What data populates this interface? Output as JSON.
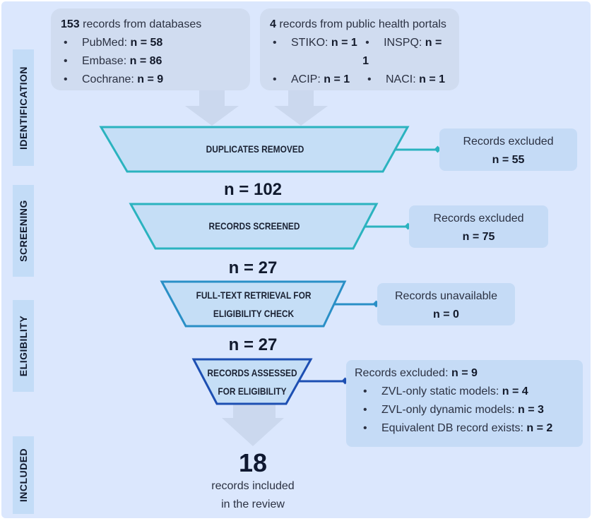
{
  "stages": [
    "IDENTIFICATION",
    "SCREENING",
    "ELIGIBILITY",
    "INCLUDED"
  ],
  "sources": [
    {
      "count": "153",
      "text": " records from databases",
      "items": [
        {
          "name": "PubMed: ",
          "n": "n = 58"
        },
        {
          "name": "Embase: ",
          "n": "n = 86"
        },
        {
          "name": "Cochrane: ",
          "n": "n = 9"
        }
      ]
    },
    {
      "count": "4",
      "text": " records from public health portals",
      "items": [
        {
          "name": "STIKO: ",
          "n": "n = 1"
        },
        {
          "name": "INSPQ: ",
          "n": "n = 1"
        },
        {
          "name": "ACIP: ",
          "n": "n = 1"
        },
        {
          "name": "NACI: ",
          "n": "n = 1"
        }
      ]
    }
  ],
  "steps": [
    {
      "label": "DUPLICATES REMOVED",
      "excluded_label": "Records excluded",
      "excluded_n": "n = 55",
      "after": "n = 102",
      "color": "#2bb3bf"
    },
    {
      "label": "RECORDS SCREENED",
      "excluded_label": "Records excluded",
      "excluded_n": "n = 75",
      "after": "n = 27",
      "color": "#2bb3bf"
    },
    {
      "label1": "FULL-TEXT RETRIEVAL FOR",
      "label2": "ELIGIBILITY CHECK",
      "excluded_label": "Records unavailable",
      "excluded_n": "n = 0",
      "after": "n = 27",
      "color": "#2a8fc6"
    },
    {
      "label1": "RECORDS ASSESSED",
      "label2": "FOR ELIGIBILITY",
      "excluded_label": "Records excluded: ",
      "excluded_n": "n = 9",
      "color": "#1d4fb2",
      "reasons": [
        {
          "name": "ZVL-only static models: ",
          "n": "n = 4"
        },
        {
          "name": "ZVL-only dynamic models: ",
          "n": "n = 3"
        },
        {
          "name": "Equivalent DB record exists: ",
          "n": "n = 2"
        }
      ]
    }
  ],
  "included": {
    "count": "18",
    "line1": "records included",
    "line2": "in the review"
  }
}
